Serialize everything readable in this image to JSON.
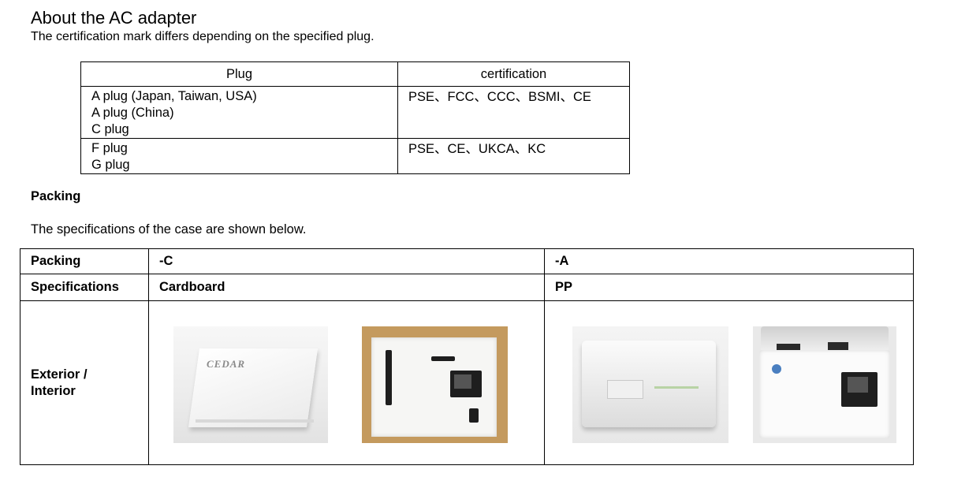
{
  "ac_adapter": {
    "title": "About the AC adapter",
    "subtitle": "The certification mark differs depending on the specified plug.",
    "table": {
      "headers": [
        "Plug",
        "certification"
      ],
      "rows": [
        {
          "plugs": [
            "A plug (Japan, Taiwan, USA)",
            "A plug (China)",
            "C plug"
          ],
          "certification": "PSE、FCC、CCC、BSMI、CE"
        },
        {
          "plugs": [
            "F plug",
            "G plug"
          ],
          "certification": "PSE、CE、UKCA、KC"
        }
      ]
    }
  },
  "packing": {
    "heading": "Packing",
    "description": "The specifications of the case are shown below.",
    "table": {
      "row_packing": {
        "label": "Packing",
        "c": "-C",
        "a": "-A"
      },
      "row_specs": {
        "label": "Specifications",
        "c": "Cardboard",
        "a": "PP"
      },
      "row_exterior": {
        "label_line1": "Exterior /",
        "label_line2": "Interior"
      }
    },
    "photo_text": {
      "cardboard_brand": "CEDAR"
    }
  }
}
